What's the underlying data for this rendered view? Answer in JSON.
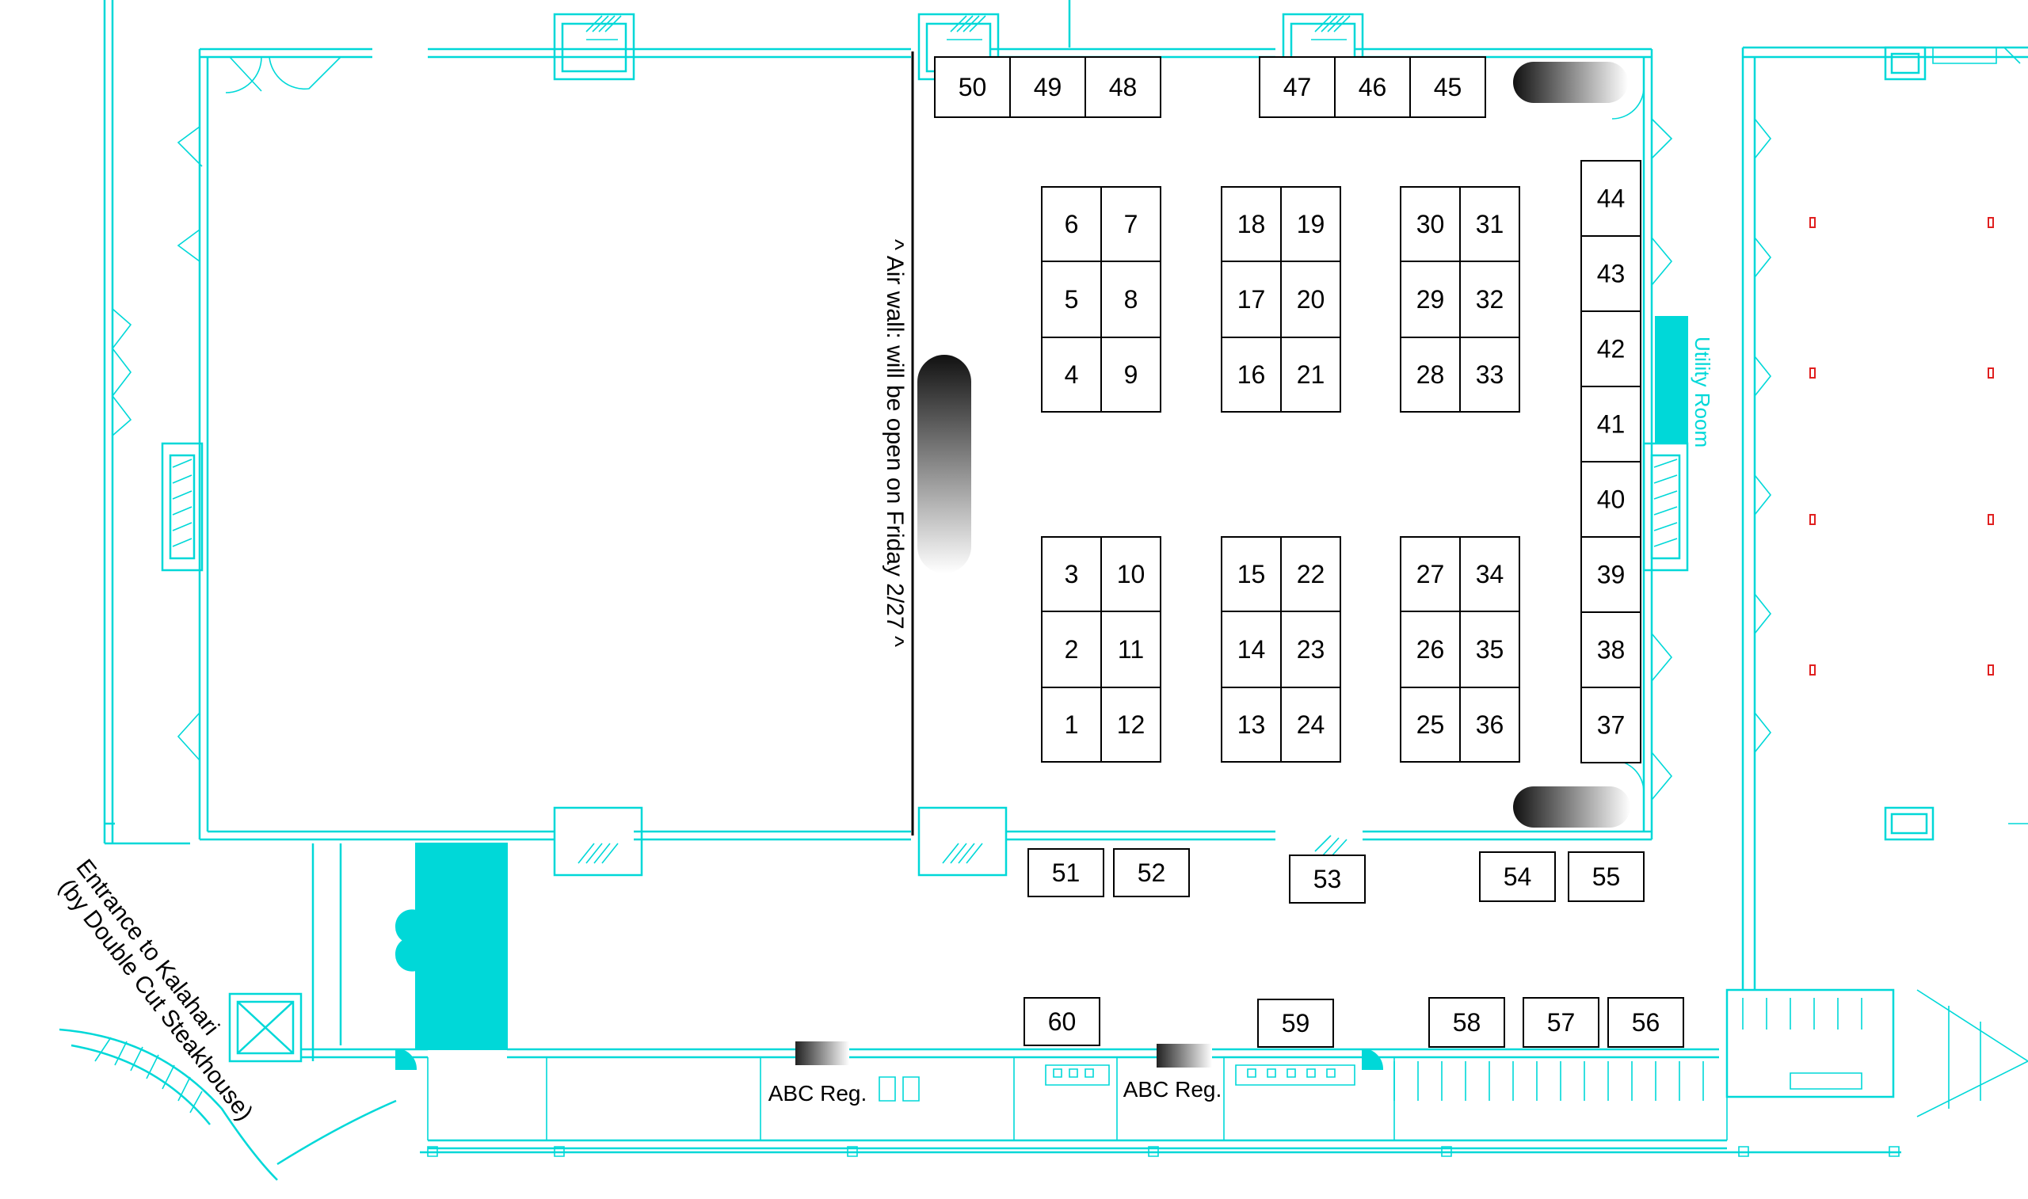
{
  "floorplan": {
    "booths": [
      {
        "label": "50"
      },
      {
        "label": "49"
      },
      {
        "label": "48"
      },
      {
        "label": "47"
      },
      {
        "label": "46"
      },
      {
        "label": "45"
      },
      {
        "label": "6"
      },
      {
        "label": "7"
      },
      {
        "label": "5"
      },
      {
        "label": "8"
      },
      {
        "label": "4"
      },
      {
        "label": "9"
      },
      {
        "label": "18"
      },
      {
        "label": "19"
      },
      {
        "label": "17"
      },
      {
        "label": "20"
      },
      {
        "label": "16"
      },
      {
        "label": "21"
      },
      {
        "label": "30"
      },
      {
        "label": "31"
      },
      {
        "label": "29"
      },
      {
        "label": "32"
      },
      {
        "label": "28"
      },
      {
        "label": "33"
      },
      {
        "label": "3"
      },
      {
        "label": "10"
      },
      {
        "label": "2"
      },
      {
        "label": "11"
      },
      {
        "label": "1"
      },
      {
        "label": "12"
      },
      {
        "label": "15"
      },
      {
        "label": "22"
      },
      {
        "label": "14"
      },
      {
        "label": "23"
      },
      {
        "label": "13"
      },
      {
        "label": "24"
      },
      {
        "label": "27"
      },
      {
        "label": "34"
      },
      {
        "label": "26"
      },
      {
        "label": "35"
      },
      {
        "label": "25"
      },
      {
        "label": "36"
      },
      {
        "label": "44"
      },
      {
        "label": "43"
      },
      {
        "label": "42"
      },
      {
        "label": "41"
      },
      {
        "label": "40"
      },
      {
        "label": "39"
      },
      {
        "label": "38"
      },
      {
        "label": "37"
      },
      {
        "label": "51"
      },
      {
        "label": "52"
      },
      {
        "label": "53"
      },
      {
        "label": "54"
      },
      {
        "label": "55"
      },
      {
        "label": "60"
      },
      {
        "label": "59"
      },
      {
        "label": "58"
      },
      {
        "label": "57"
      },
      {
        "label": "56"
      }
    ],
    "air_wall_note": "^ Air wall: will be open on Friday 2/27 ^",
    "registration_labels": [
      "ABC Reg.",
      "ABC Reg."
    ],
    "entrance_line1": "Entrance to Kalahari",
    "entrance_line2": "(by Double Cut Steakhouse)",
    "utility_room_label": "Utility Room",
    "colors": {
      "walls": "#00d8d8",
      "booth_outline": "#000000",
      "marker": "#e02020"
    }
  }
}
